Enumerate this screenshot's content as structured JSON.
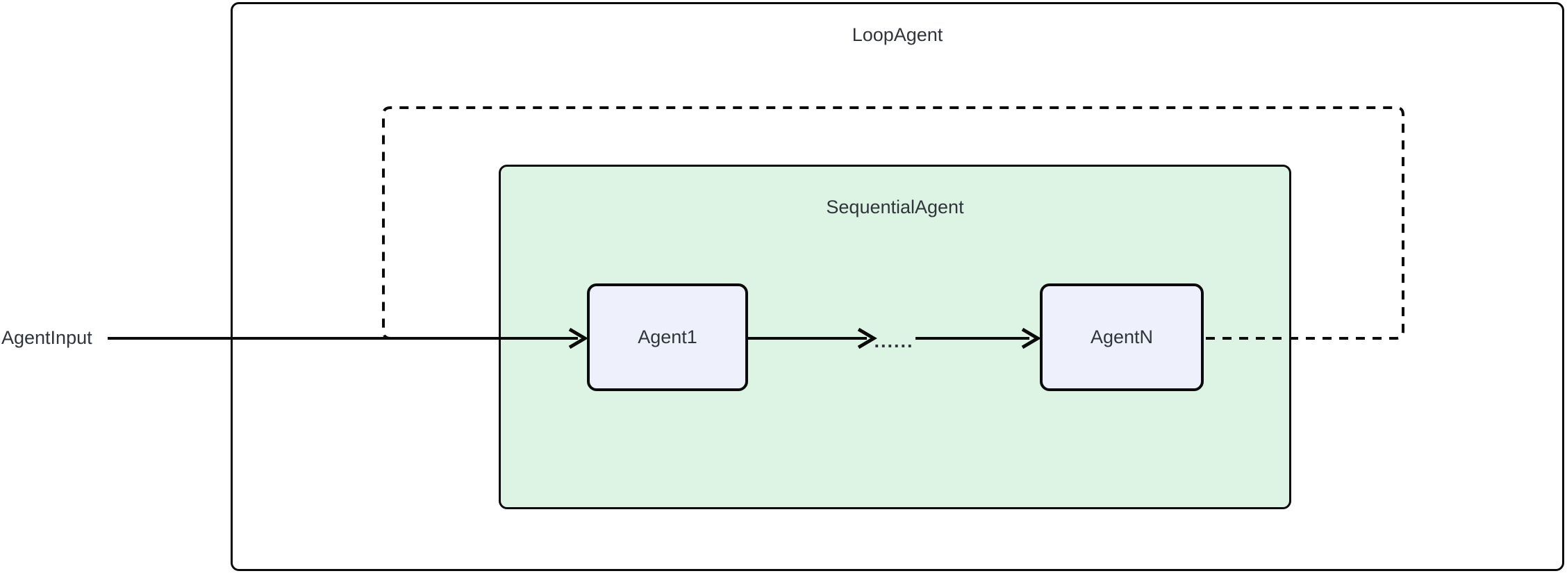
{
  "diagram": {
    "type": "flowchart",
    "loop_agent_label": "LoopAgent",
    "sequential_agent_label": "SequentialAgent",
    "input_label": "AgentInput",
    "ellipsis_label": "......",
    "nodes": [
      {
        "id": "agent1",
        "label": "Agent1"
      },
      {
        "id": "agentn",
        "label": "AgentN"
      }
    ],
    "colors": {
      "background": "#ffffff",
      "sequential_agent_fill": "#ddf4e4",
      "node_fill": "#eef1fb",
      "line": "#0b0b0b",
      "text": "#2f353b"
    }
  }
}
